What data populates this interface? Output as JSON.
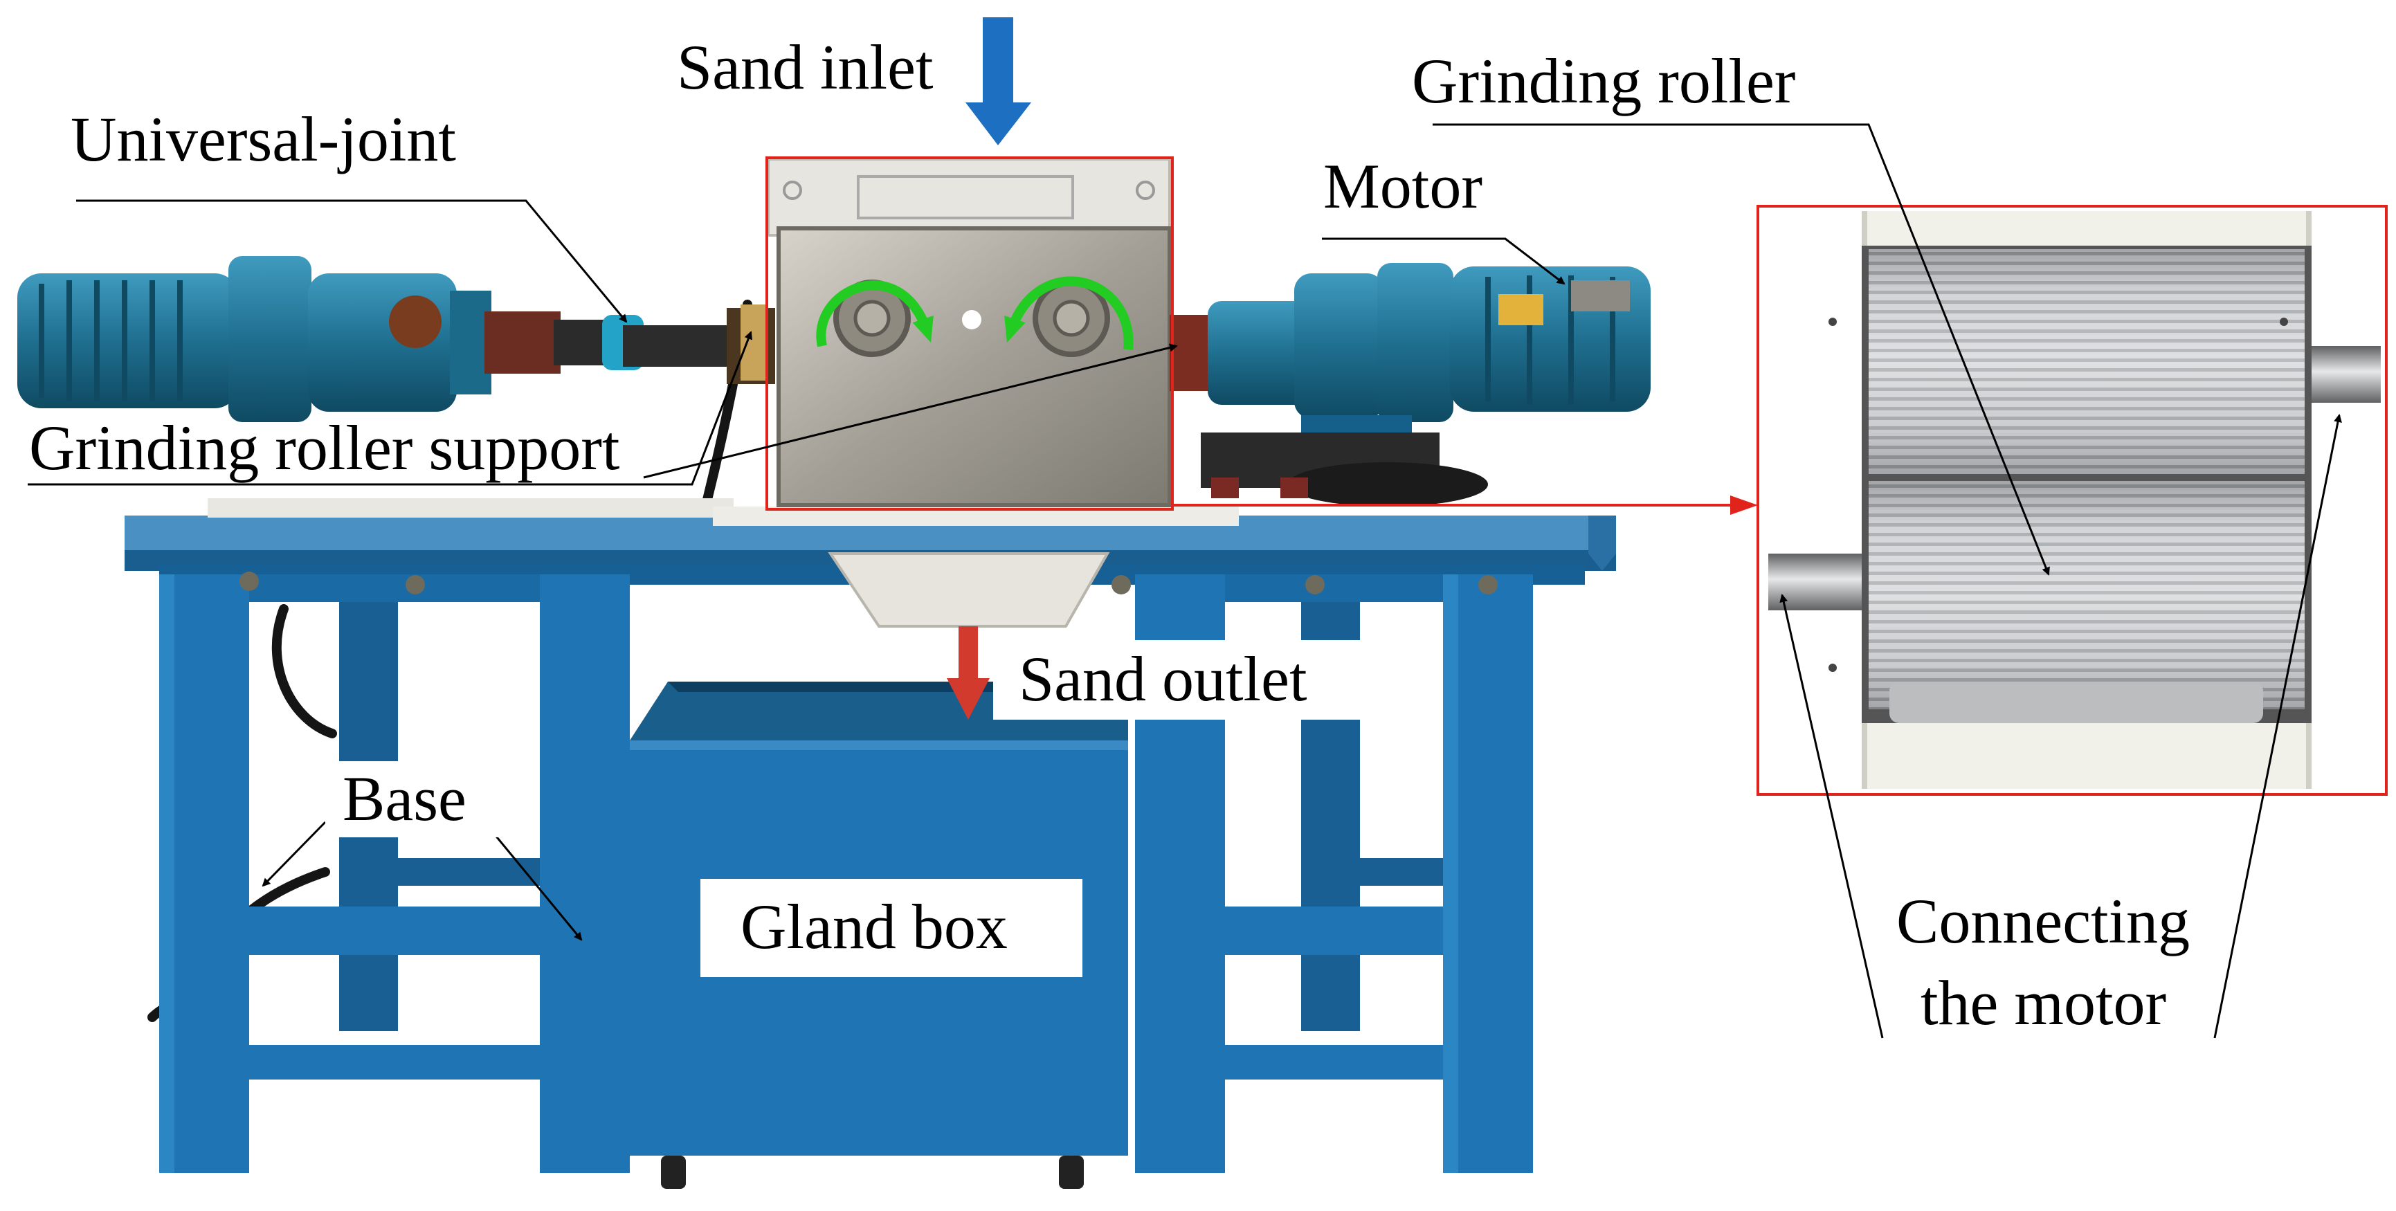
{
  "labels": {
    "sand_inlet": "Sand inlet",
    "universal_joint": "Universal-joint",
    "grinding_roller": "Grinding roller",
    "motor": "Motor",
    "grinding_roller_support": "Grinding roller support",
    "sand_outlet": "Sand outlet",
    "base": "Base",
    "gland_box": "Gland box",
    "connecting_the_motor_line1": "Connecting",
    "connecting_the_motor_line2": "the motor"
  },
  "colors": {
    "frame_blue": "#1f74b3",
    "frame_dark": "#145a8c",
    "motor_teal": "#2c7d9c",
    "steel": "#a7a39a",
    "highlight_red": "#e0241b",
    "inlet_arrow": "#1d6fc2",
    "outlet_arrow": "#d23a2e",
    "rotation_arrow": "#22cc22"
  }
}
